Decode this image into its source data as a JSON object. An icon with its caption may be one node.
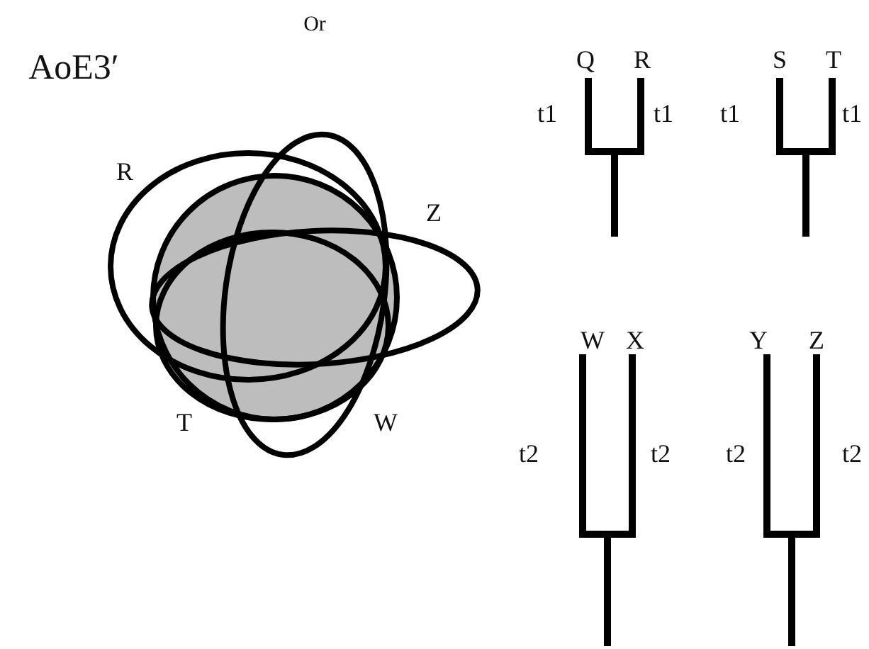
{
  "diagram": {
    "labels": [
      "Or",
      "AoE3′",
      "Q",
      "R",
      "S",
      "T",
      "t1",
      "t1",
      "t1",
      "t1",
      "R",
      "Z",
      "W",
      "X",
      "Y",
      "Z",
      "T",
      "W",
      "t2",
      "t2",
      "t2",
      "t2"
    ]
  }
}
